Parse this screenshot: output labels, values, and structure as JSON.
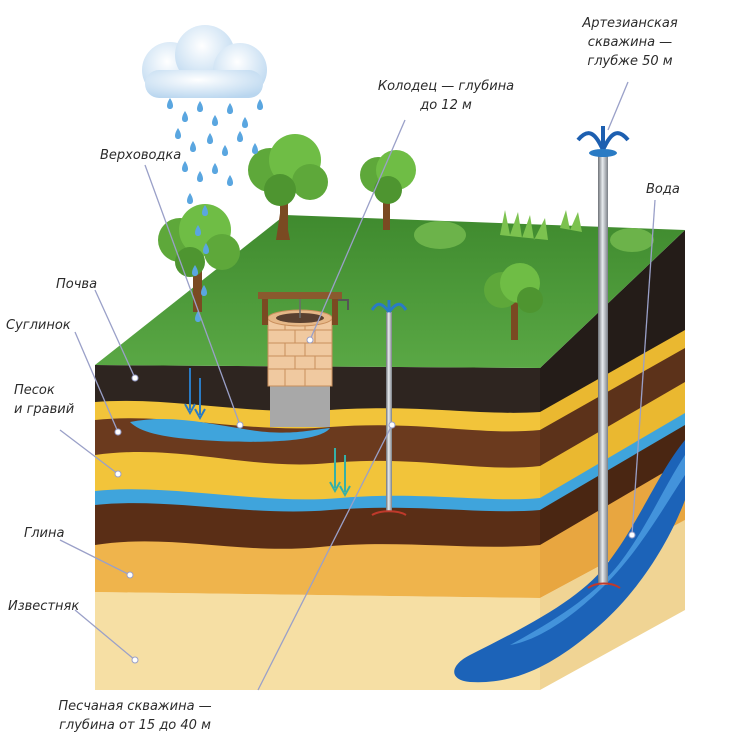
{
  "labels": {
    "artesian_line1": "Артезианская",
    "artesian_line2": "скважина —",
    "artesian_line3": "глубже 50 м",
    "well_line1": "Колодец — глубина",
    "well_line2": "до 12 м",
    "perched_water": "Верховодка",
    "water": "Вода",
    "soil": "Почва",
    "loam": "Суглинок",
    "sand_line1": "Песок",
    "sand_line2": "и гравий",
    "clay": "Глина",
    "limestone": "Известняк",
    "sand_well_line1": "Песчаная скважина —",
    "sand_well_line2": "глубина от 15 до 40 м"
  },
  "colors": {
    "grass": "#4f9a3a",
    "soil": "#2e2520",
    "loam": "#6b3a1e",
    "sand": "#f2c43a",
    "water": "#3fa4dc",
    "deep_water": "#1c63b8",
    "clay": "#efb44c",
    "limestone": "#f6dfa4",
    "pointer": "#9aa0c8"
  }
}
